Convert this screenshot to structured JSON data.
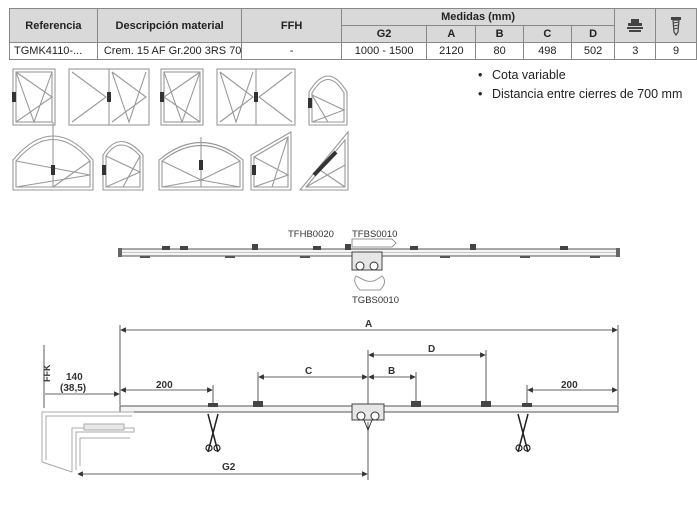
{
  "table": {
    "headers": {
      "referencia": "Referencia",
      "descripcion": "Descripción material",
      "ffh": "FFH",
      "medidas": "Medidas (mm)",
      "g2": "G2",
      "a": "A",
      "b": "B",
      "c": "C",
      "d": "D"
    },
    "row": {
      "referencia": "TGMK4110-...",
      "descripcion": "Crem. 15 AF Gr.200 3RS 70",
      "ffh": "-",
      "g2": "1000 - 1500",
      "a": "2120",
      "b": "80",
      "c": "498",
      "d": "502",
      "col_hinge": "3",
      "col_screw": "9"
    },
    "icons": [
      "hinge-icon",
      "screw-icon"
    ]
  },
  "notes": [
    "Cota variable",
    "Distancia entre cierres de 700 mm"
  ],
  "diagram": {
    "part_labels": {
      "top_left": "TFHB0020",
      "top_right": "TFBS0010",
      "bottom": "TGBS0010"
    },
    "dimensions": {
      "a": "A",
      "b": "B",
      "c": "C",
      "d": "D",
      "g2": "G2",
      "left_end": "200",
      "right_end": "200",
      "ffk": "FFK",
      "ffk_value": "140",
      "ffk_value_alt": "(38,5)"
    }
  }
}
